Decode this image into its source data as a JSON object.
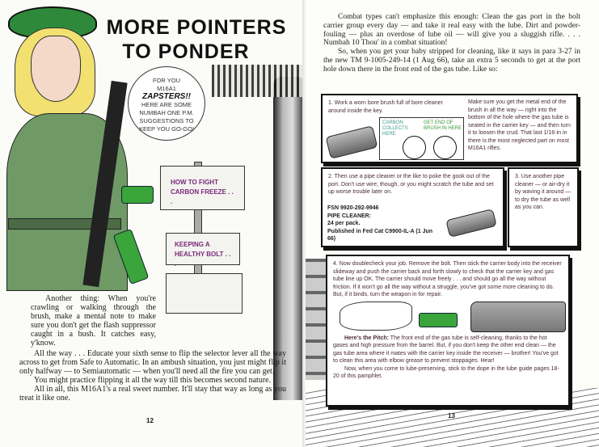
{
  "left_page": {
    "title_line1": "MORE POINTERS",
    "title_line2": "TO PONDER",
    "balloon": {
      "line1": "FOR YOU",
      "line2": "M16A1",
      "emphasis": "ZAPSTERS!!",
      "rest": "HERE ARE SOME NUMBAH ONE P.M. SUGGESTIONS TO KEEP YOU GO-GO!"
    },
    "signs": [
      "HOW TO FIGHT CARBON FREEZE . . .",
      "KEEPING A HEALTHY BOLT . . ."
    ],
    "paragraphs": [
      "Another thing: When you're crawling or walking through the brush, make a mental note to make sure you don't get the flash suppressor caught in a bush. It catches easy, y'know.",
      "All the way . . . Educate your sixth sense to flip the selector lever all the way across to get from Safe to Automatic. In an ambush situation, you just might flip it only halfway — to Semiautomatic — when you'll need all the fire you can get.",
      "You might practice flipping it all the way till this becomes second nature.",
      "All in all, this M16A1's a real sweet number. It'll stay that way as long as you treat it like one."
    ],
    "page_number": "12"
  },
  "right_page": {
    "paragraphs": [
      "Combat types can't emphasize this enough: Clean the gas port in the bolt carrier group every day — and take it real easy with the lube. Dirt and powder-fouling — plus an overdose of lube oil — will give you a sluggish rifle. . . . Numbah 10 Thou' in a combat situation!",
      "So, when you get your baby stripped for cleaning, like it says in para 3-27 in the new TM 9-1005-249-14 (1 Aug 66), take an extra 5 seconds to get at the port hole down there in the front end of the gas tube. Like so:"
    ],
    "step1": {
      "text": "1. Work a worn bore brush full of bore cleaner around inside the key.",
      "label_carbon": "CARBON COLLECTS HERE",
      "label_brush": "GET END OF BRUSH IN HERE",
      "side_text": "Make sure you get the metal end of the brush in all the way — right into the bottom of the hole where the gas tube is seated in the carrier key — and then turn it to loosen the crud. That last 1/16-in in there is the most neglected part on most M16A1 rifles."
    },
    "step2": {
      "text": "2. Then use a pipe cleaner or the like to poke the gook out of the port. Don't use wire, though, or you might scratch the tube and set up worse trouble later on.",
      "fsn": "FSN 9920-292-9946",
      "item": "PIPE CLEANER:",
      "qty": "24 per pack.",
      "pub": "Published in Fed Cat C9900-IL-A (1 Jun 66)"
    },
    "step3": {
      "text": "3. Use another pipe cleaner — or air-dry it by waving it around — to dry the tube as well as you can."
    },
    "step4": {
      "text": "4. Now doublecheck your job. Remove the bolt. Then stick the carrier body into the receiver slideway and push the carrier back and forth slowly to check that the carrier key and gas tube line up OK. The carrier should move freely . . . and should go all the way without friction. If it won't go all the way without a struggle, you've got some more cleaning to do. But, if it binds, turn the weapon in for repair.",
      "pitch_label": "Here's the Pitch:",
      "pitch_text": "The front end of the gas tube is self-cleaning, thanks to the hot gases and high pressure from the barrel. But, if you don't keep the other end clean — the gas tube area where it mates with the carrier key inside the receiver — brother! You've got to clean this area with elbow grease to prevent stoppages. Hear!",
      "closing": "Now, when you come to lube-preserving, stick to the dope in the lube guide pages 18-20 of this pamphlet."
    },
    "page_number": "13"
  },
  "colors": {
    "beret": "#2e8a3a",
    "rifle": "#2fa03a",
    "skin": "#f4d9c8",
    "hair": "#f2e070"
  }
}
